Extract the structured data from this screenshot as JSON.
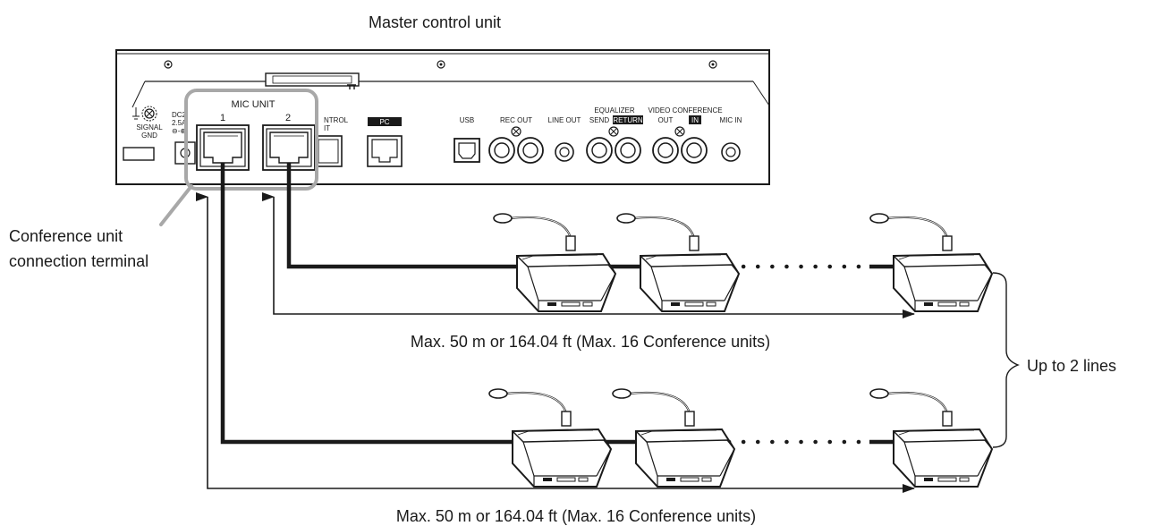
{
  "title": "Master control unit",
  "panel_labels": {
    "mic_unit": "MIC UNIT",
    "port1": "1",
    "port2": "2",
    "signal_gnd": "SIGNAL\nGND",
    "dc_in_1": "DC2",
    "dc_in_2": "2.5A",
    "dc_in_3": "⊖-⊕",
    "control_unit_1": "NTROL",
    "control_unit_2": "IT",
    "pc": "PC",
    "usb": "USB",
    "rec_out": "REC OUT",
    "line_out": "LINE OUT",
    "equalizer": "EQUALIZER",
    "send": "SEND",
    "return": "RETURN",
    "video_conference": "VIDEO CONFERENCE",
    "out": "OUT",
    "in": "IN",
    "mic_in": "MIC IN"
  },
  "callout_line1": "Conference unit",
  "callout_line2": "connection terminal",
  "line1_distance": "Max. 50 m or 164.04 ft (Max. 16 Conference units)",
  "line2_distance": "Max. 50 m or 164.04 ft (Max. 16 Conference units)",
  "lines_label": "Up to 2 lines",
  "colors": {
    "ink": "#1a1a1a",
    "callout_gray": "#a8a8a8"
  }
}
